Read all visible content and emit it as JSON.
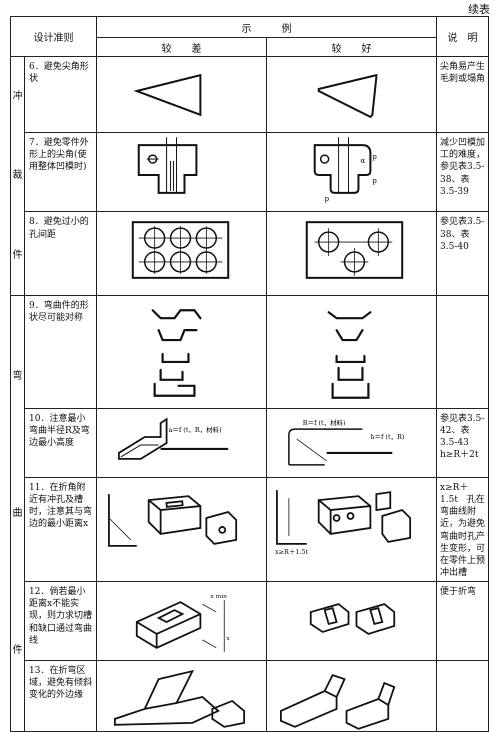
{
  "continued": "续表",
  "header": {
    "rule": "设计准则",
    "example": "示　　　例",
    "note": "说　明",
    "worse": "较　　差",
    "better": "较　　好"
  },
  "categories": {
    "punch": [
      "冲",
      "裁",
      "件"
    ],
    "bend": [
      "弯",
      "曲",
      "件"
    ]
  },
  "rows": [
    {
      "rule": "6．避免尖角形状",
      "note": "尖角易产生毛刺或塌角"
    },
    {
      "rule": "7．避免零件外形上的尖角(使用整体凹模时)",
      "note": "减少凹模加工的难度，参见表3.5-38、表3.5-39",
      "marks": {
        "p": "p",
        "alpha": "α"
      }
    },
    {
      "rule": "8．避免过小的孔间距",
      "note": "参见表3.5-38、表3.5-40"
    },
    {
      "rule": "9．弯曲件的形状尽可能对称",
      "note": ""
    },
    {
      "rule": "10．注意最小弯曲半径R及弯边最小高度",
      "note": "参见表3.5-42、表3.5-43　h≥R＋2t",
      "worse_formula": "a＝f (t，R，材料)",
      "better_formula1": "R＝f (t，材料)",
      "better_formula2": "h＝f (t，R)"
    },
    {
      "rule": "11．在折角附近有冲孔及槽时，注意其与弯边的最小距离x",
      "note": "x≥R＋1.5t　孔在弯曲线附近，为避免弯曲时孔产生变形，可在零件上预冲出槽",
      "better_formula": "x≥R＋1.5t"
    },
    {
      "rule": "12．倘若最小距离x不能实现，则力求切槽和缺口通过弯曲线",
      "note": "便于折弯",
      "worse_label": "x min",
      "worse_label2": "x"
    },
    {
      "rule": "13．在折弯区域，避免有倾斜变化的外边缘",
      "note": ""
    }
  ]
}
